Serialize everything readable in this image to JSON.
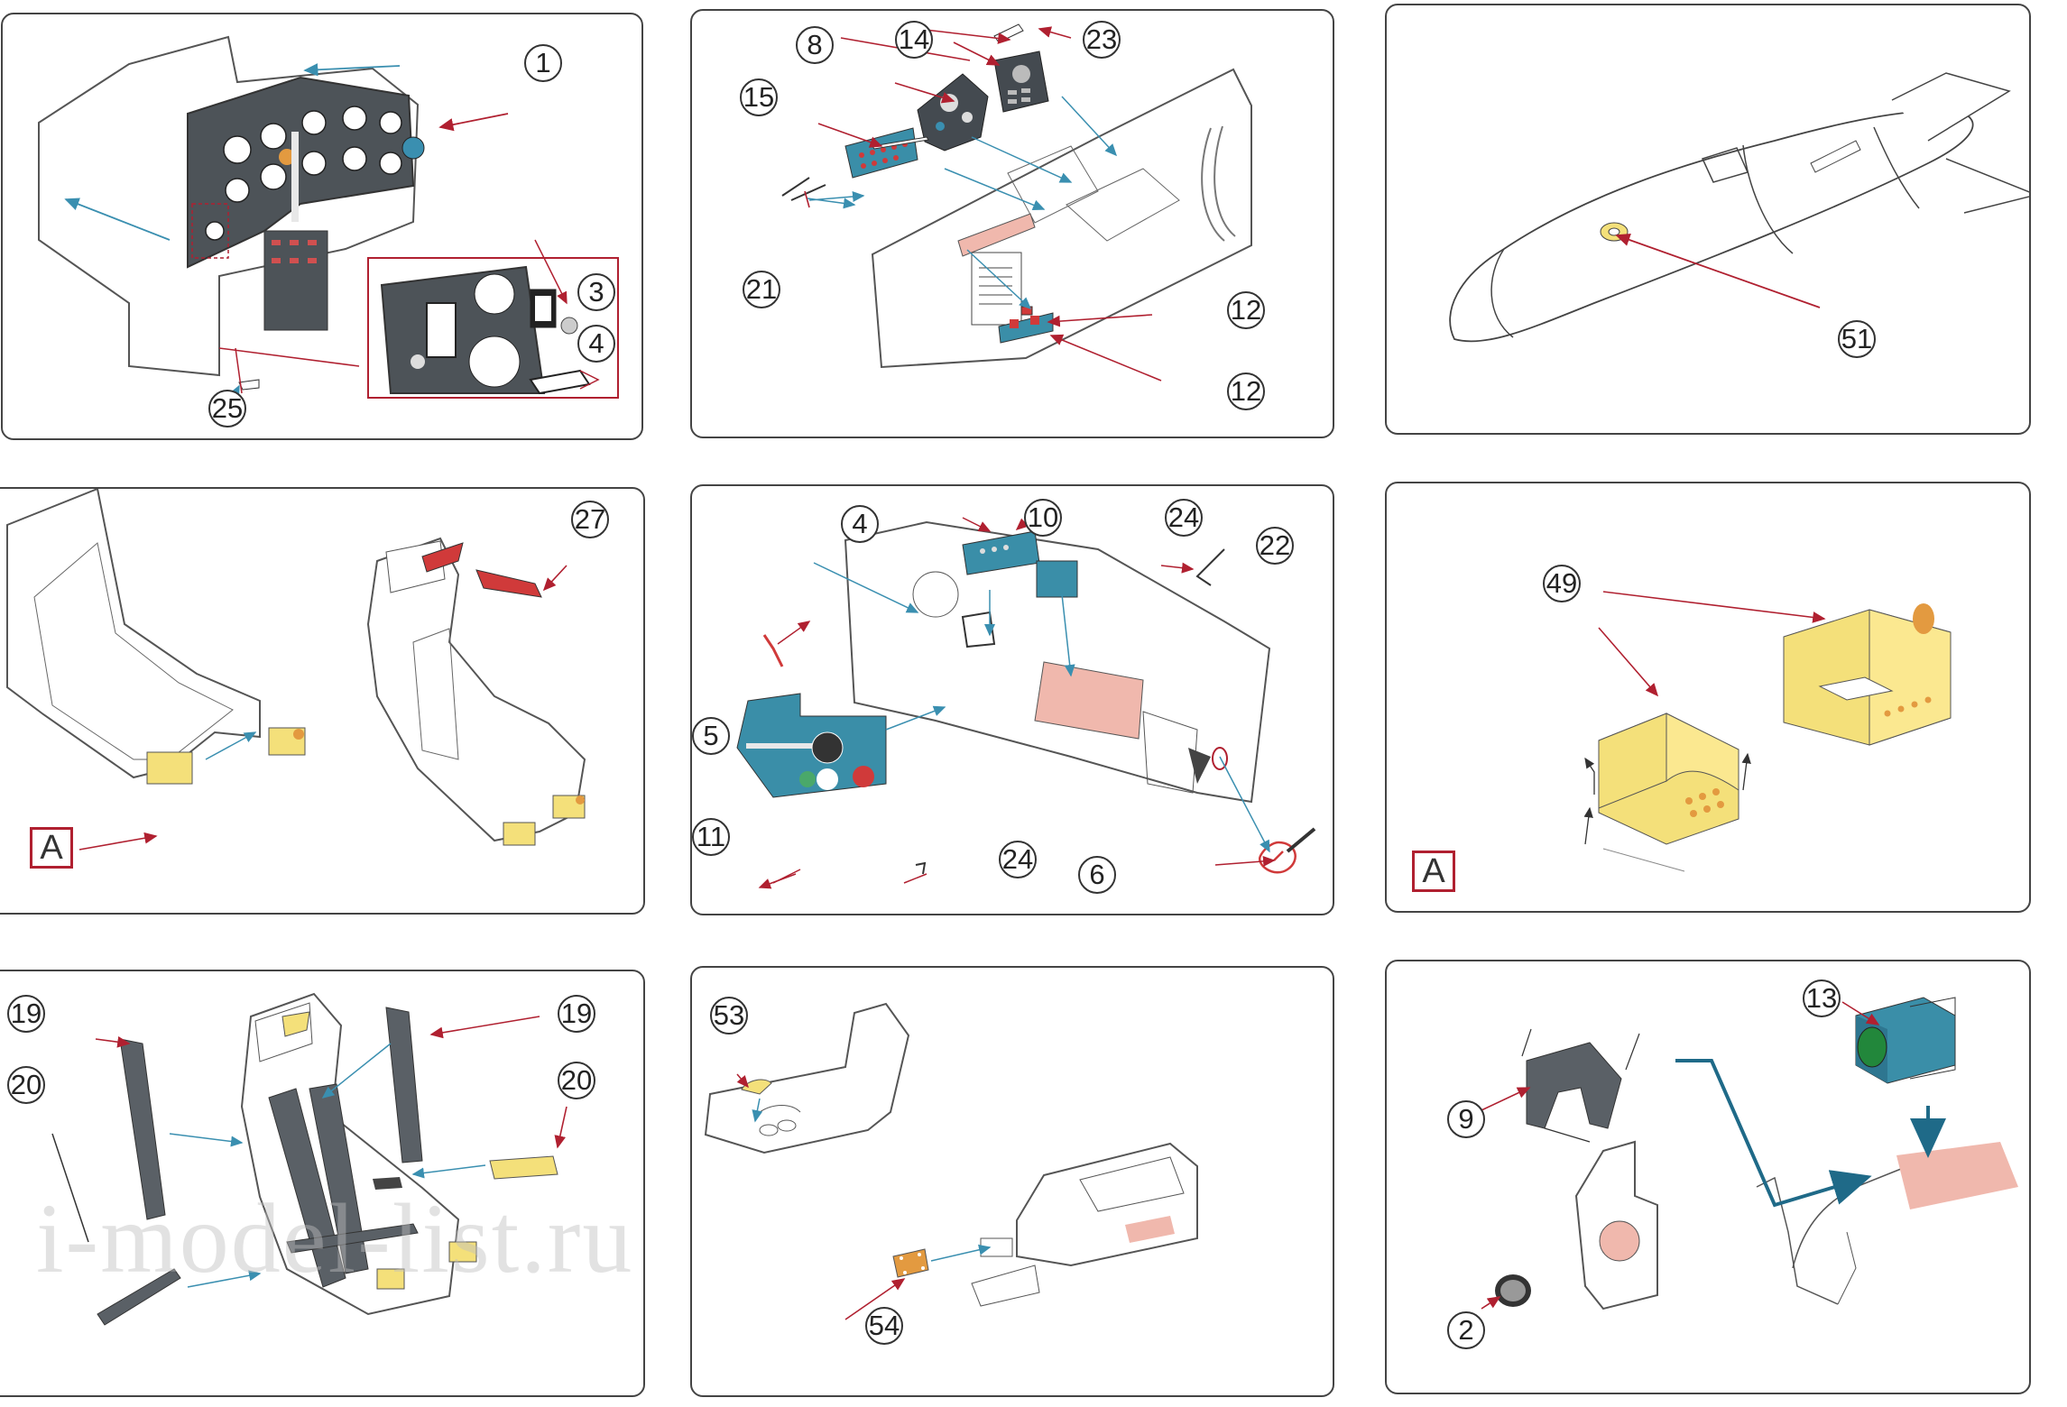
{
  "colors": {
    "panel_border": "#444444",
    "arrow_red": "#b02030",
    "arrow_blue": "#3a8fb0",
    "etch_teal": "#3a8ea8",
    "etch_yellow": "#f4e07a",
    "etch_grey": "#555a60",
    "highlight_pink": "#f0b8ad",
    "etch_red": "#d03a3a",
    "etch_orange": "#e39a40"
  },
  "watermark": "i-model-list.ru",
  "panels": [
    {
      "callouts": [
        "1",
        "3",
        "4",
        "25"
      ]
    },
    {
      "callouts": [
        "8",
        "14",
        "23",
        "15",
        "21",
        "12",
        "12"
      ]
    },
    {
      "callouts": [
        "51"
      ]
    },
    {
      "callouts": [
        "27"
      ],
      "ref_label": "A"
    },
    {
      "callouts": [
        "4",
        "10",
        "24",
        "22",
        "5",
        "11",
        "24",
        "6"
      ]
    },
    {
      "callouts": [
        "49"
      ],
      "ref_label": "A"
    },
    {
      "callouts": [
        "19",
        "19",
        "20",
        "20"
      ]
    },
    {
      "callouts": [
        "53",
        "54"
      ]
    },
    {
      "callouts": [
        "13",
        "9",
        "2"
      ]
    }
  ]
}
